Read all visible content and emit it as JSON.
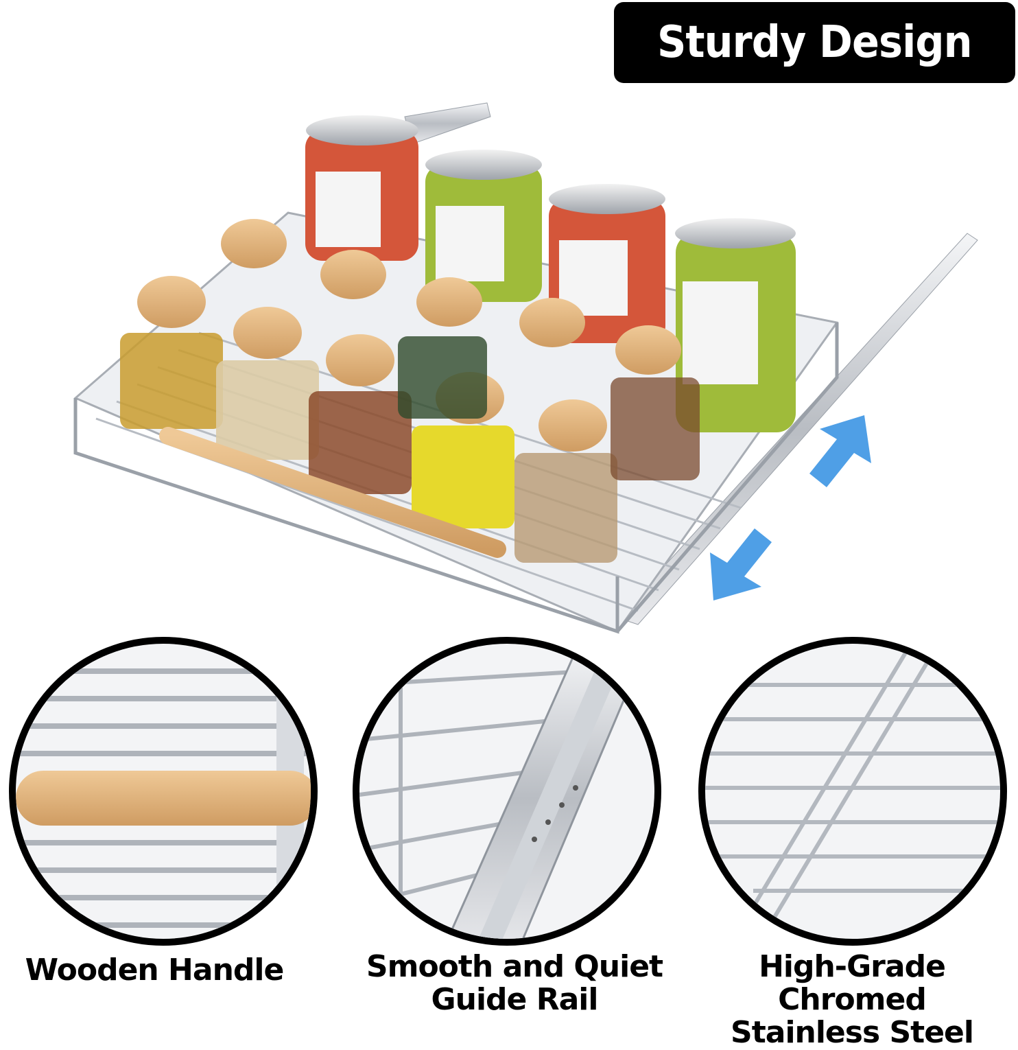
{
  "banner": {
    "title": "Sturdy Design"
  },
  "features": [
    {
      "label": "Wooden Handle"
    },
    {
      "label_line1": "Smooth and Quiet",
      "label_line2": "Guide Rail"
    },
    {
      "label_line1": "High-Grade Chromed",
      "label_line2": "Stainless Steel"
    }
  ],
  "colors": {
    "chrome": "#c9ccd1",
    "wood": "#e0b27e",
    "arrow": "#4f9fe6",
    "banner_bg": "#000000"
  },
  "icons": [
    "double-arrow-icon"
  ]
}
